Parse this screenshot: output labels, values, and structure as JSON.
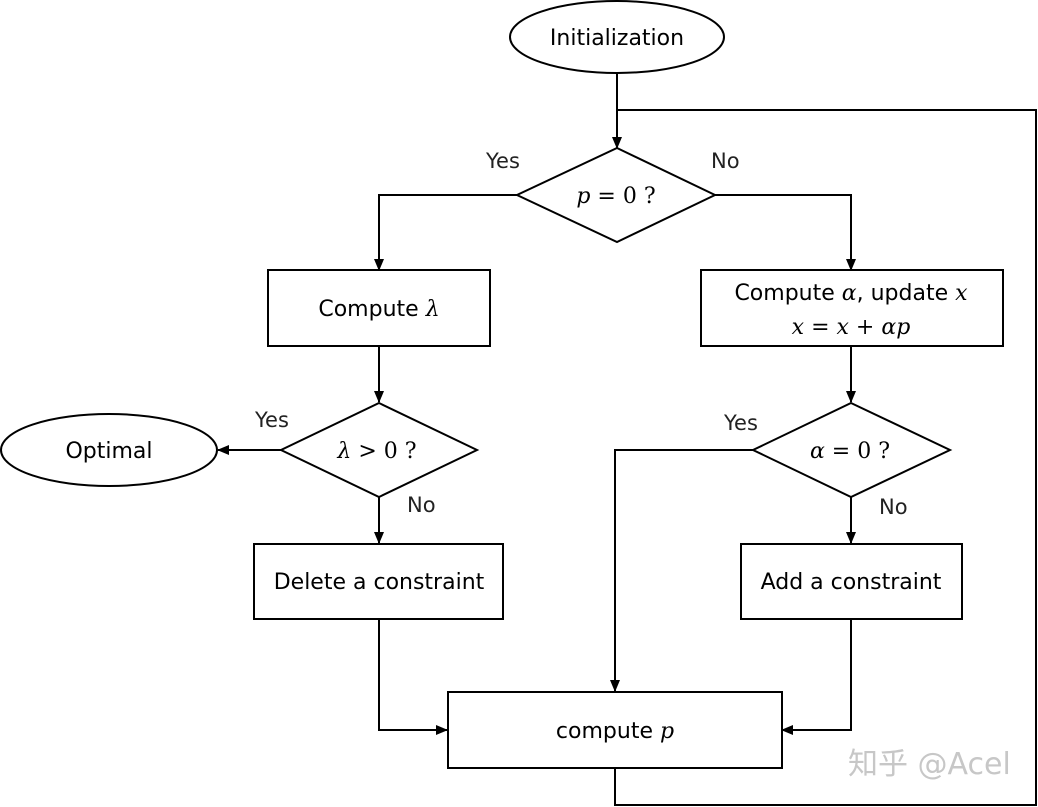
{
  "nodes": {
    "start": "Initialization",
    "decision_p": [
      "p",
      " = 0 ?"
    ],
    "compute_lambda": [
      "Compute ",
      "λ"
    ],
    "compute_alpha_line1": [
      "Compute ",
      "α",
      ", update ",
      "x"
    ],
    "compute_alpha_line2": [
      "x",
      " = ",
      "x",
      " + ",
      "αp"
    ],
    "decision_lambda": [
      "λ",
      " > 0 ?"
    ],
    "optimal": "Optimal",
    "decision_alpha": [
      "α",
      " = 0 ?"
    ],
    "delete_constraint": "Delete a constraint",
    "add_constraint": "Add a constraint",
    "compute_p": [
      "compute ",
      "p"
    ]
  },
  "edge_labels": {
    "p_yes": "Yes",
    "p_no": "No",
    "lambda_yes": "Yes",
    "lambda_no": "No",
    "alpha_yes": "Yes",
    "alpha_no": "No"
  },
  "watermark": "知乎 @Acel",
  "colors": {
    "stroke": "#000000",
    "background": "#ffffff",
    "watermark": "#c7c7c7"
  }
}
